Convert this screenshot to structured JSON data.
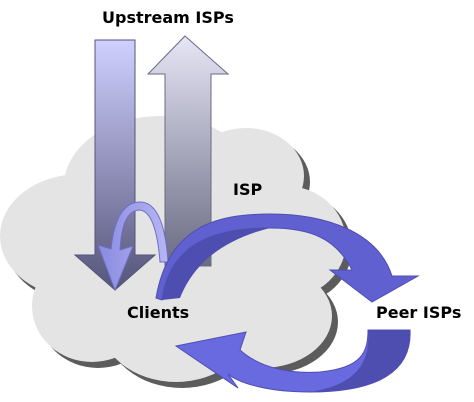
{
  "labels": {
    "upstream": "Upstream ISPs",
    "isp": "ISP",
    "clients": "Clients",
    "peer": "Peer ISPs"
  },
  "colors": {
    "cloud_fill": "#e4e4e4",
    "cloud_shadow": "#5c5c5c",
    "arrow_top": "#d0d0ff",
    "arrow_bottom": "#55557a",
    "curved_dark": "#4e4eb0",
    "curved_mid": "#6060d0",
    "curved_light": "#7878e8",
    "text": "#000000"
  }
}
